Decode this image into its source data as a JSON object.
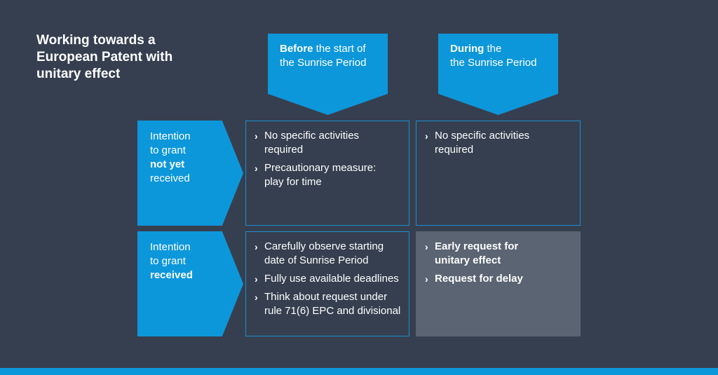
{
  "title": {
    "line1": "Working towards a",
    "line2": "European Patent with",
    "line3": "unitary effect"
  },
  "columns": [
    {
      "bold": "Before",
      "rest1": " the  start of",
      "line2": "the Sunrise Period"
    },
    {
      "bold": "During",
      "rest1": " the",
      "line2": "the Sunrise Period"
    }
  ],
  "rows": [
    {
      "line1": "Intention",
      "line2": "to grant",
      "bold": "not yet",
      "line4": "received"
    },
    {
      "line1": "Intention",
      "line2": "to grant",
      "bold": "received"
    }
  ],
  "cells": {
    "r1c1": [
      {
        "l1": "No specific activities",
        "l2": "required"
      },
      {
        "l1": "Precautionary measure:",
        "l2": "play for time"
      }
    ],
    "r1c2": [
      {
        "l1": "No specific activities",
        "l2": "required"
      }
    ],
    "r2c1": [
      {
        "l1": "Carefully observe starting",
        "l2": "date of Sunrise Period"
      },
      {
        "l1": "Fully use available deadlines"
      },
      {
        "l1": "Think about request under",
        "l2": "rule 71(6) EPC and divisional"
      }
    ],
    "r2c2": [
      {
        "l1": "Early request for",
        "l2": "unitary effect"
      },
      {
        "l1": "Request for delay"
      }
    ]
  },
  "bullet_glyph": "›",
  "icons": {
    "bullet": "chevron-right-icon"
  },
  "colors": {
    "background": "#363f4f",
    "accent_blue": "#0d97db",
    "highlight_cell": "#5b6472",
    "text": "#ffffff"
  }
}
